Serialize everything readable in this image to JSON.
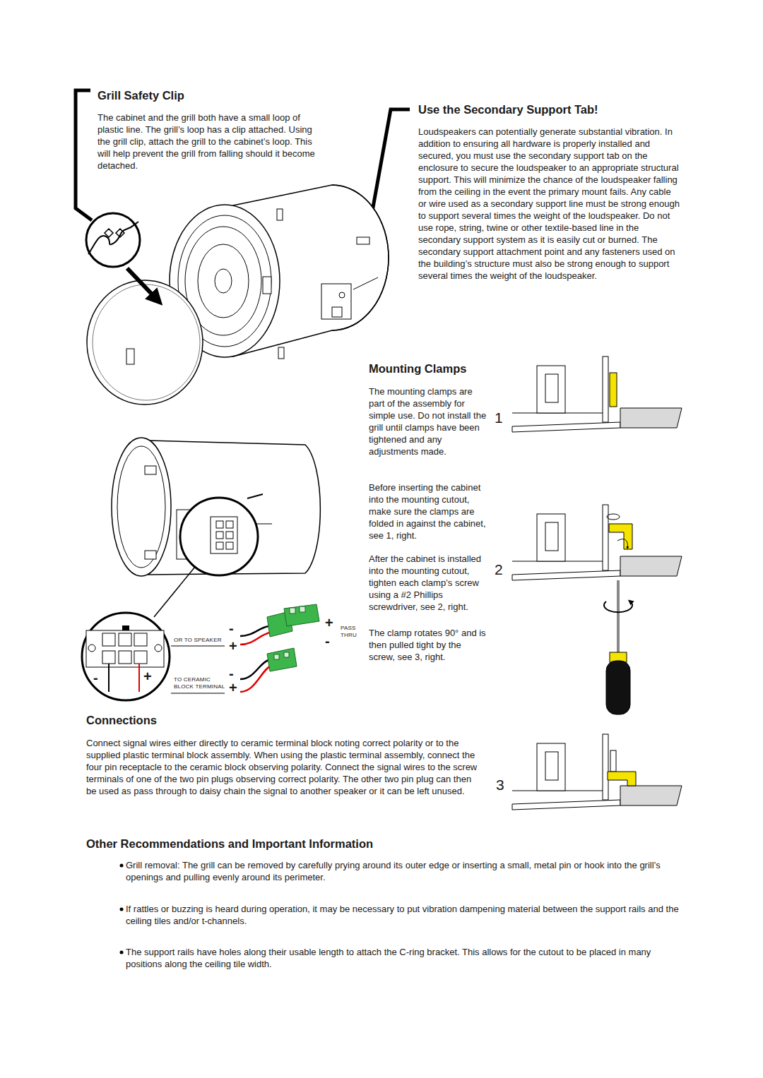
{
  "diagram": {
    "labels": [
      "Grill Safety Clip",
      "The cabinet and the grill both have a small loop of plastic line. The grill’s loop has a clip attached. Using the grill clip, attach the grill to the cabinet’s loop. This will help prevent the grill from falling should it become detached.",
      "Use the Secondary Support Tab!",
      "Loudspeakers can potentially generate substantial vibration. In addition to ensuring all hardware is properly installed and secured, you must use the secondary support tab on the enclosure to secure the loudspeaker to an appropriate structural support. This will minimize the chance of the loudspeaker falling from the ceiling in the event the primary mount fails. Any cable or wire used as a secondary support line must be strong enough to support several times the weight of the loudspeaker. Do not use rope, string, twine or other textile-based line in the secondary support system as it is easily cut or burned. The secondary support attachment point and any fasteners used on the building’s structure must also be strong enough to support several times the weight of the loudspeaker.",
      "Mounting Clamps",
      "The mounting clamps are part of the assembly for simple use. Do not install the grill until clamps have been tightened and any adjustments made.",
      "Before inserting the cabinet into the mounting cutout, make sure the clamps are folded in against the cabinet, see 1, right.",
      "After the cabinet is installed into the mounting cutout, tighten each clamp’s screw using a #2 Phillips screwdriver, see 2, right.",
      "The clamp rotates 90° and is then pulled tight by the screw, see 3, right.",
      "1",
      "2",
      "3",
      "OR TO SPEAKER",
      "-",
      "+",
      "+",
      "PASS THRU",
      "-",
      "TO CERAMIC BLOCK TERMINAL",
      "-",
      "+",
      "-",
      "+",
      "Connections",
      "Connect signal wires either directly to ceramic terminal block noting correct polarity or to the supplied plastic terminal block assembly. When using the plastic terminal assembly, connect the four pin receptacle to the ceramic block observing polarity. Connect the signal wires to the screw terminals of one of the two pin plugs observing correct polarity. The other two pin plug can then be used as pass through to daisy chain the signal to another speaker or it can be left unused.",
      "Other Recommendations and Important Information",
      "Grill removal: The grill can be removed by carefully prying around its outer edge or inserting a small, metal pin or hook into the grill’s openings and pulling evenly around its perimeter.",
      "If rattles or buzzing is heard during operation, it may be necessary to put vibration dampening material between the support rails and the ceiling tiles and/or t-channels.",
      "The support rails have holes along their usable length to attach the C-ring bracket. This allows for the cutout to be placed in many positions along the ceiling tile width."
    ]
  }
}
